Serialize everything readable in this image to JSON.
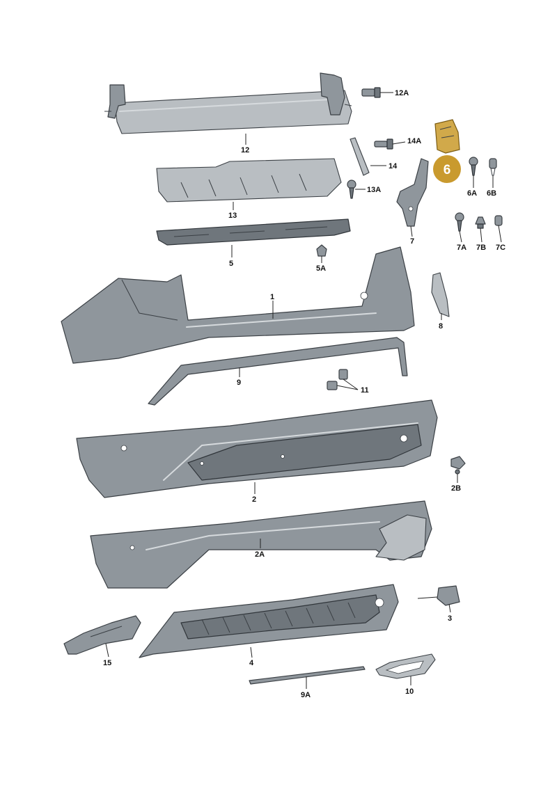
{
  "labels": {
    "l12A": "12A",
    "l12": "12",
    "l14A": "14A",
    "l14": "14",
    "l13": "13",
    "l13A": "13A",
    "l6": "6",
    "l6A": "6A",
    "l6B": "6B",
    "l7": "7",
    "l7A": "7A",
    "l7B": "7B",
    "l7C": "7C",
    "l5": "5",
    "l5A": "5A",
    "l1": "1",
    "l8": "8",
    "l9": "9",
    "l11": "11",
    "l2": "2",
    "l2B": "2B",
    "l2A": "2A",
    "l3": "3",
    "l4": "4",
    "l15": "15",
    "l9A": "9A",
    "l10": "10"
  },
  "highlight": {
    "part": "6",
    "color": "#c99a2e"
  }
}
